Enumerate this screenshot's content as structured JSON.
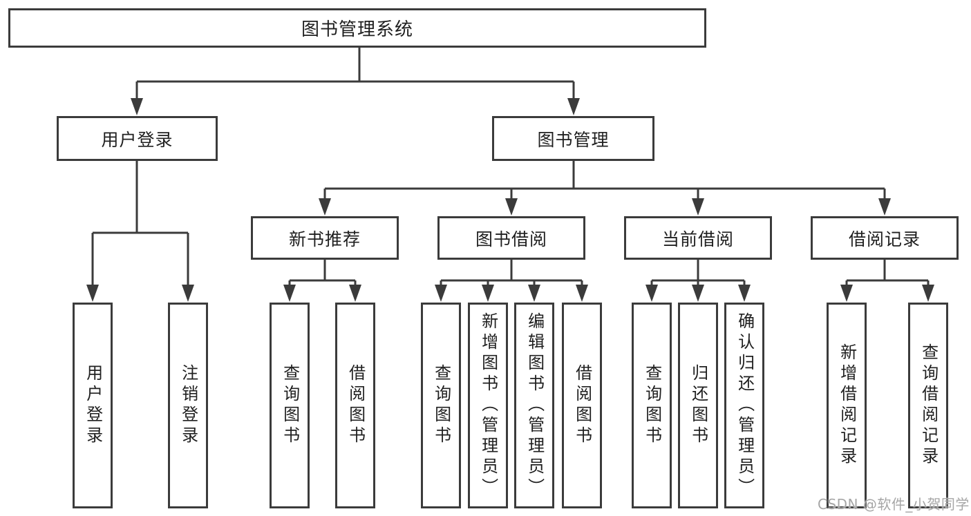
{
  "diagram": {
    "tree": {
      "label": "图书管理系统",
      "children": [
        {
          "label": "用户登录",
          "children": [
            {
              "label": "用户登录"
            },
            {
              "label": "注销登录"
            }
          ]
        },
        {
          "label": "图书管理",
          "children": [
            {
              "label": "新书推荐",
              "children": [
                {
                  "label": "查询图书"
                },
                {
                  "label": "借阅图书"
                }
              ]
            },
            {
              "label": "图书借阅",
              "children": [
                {
                  "label": "查询图书"
                },
                {
                  "label": "新增图书（管理员）"
                },
                {
                  "label": "编辑图书（管理员）"
                },
                {
                  "label": "借阅图书"
                }
              ]
            },
            {
              "label": "当前借阅",
              "children": [
                {
                  "label": "查询图书"
                },
                {
                  "label": "归还图书"
                },
                {
                  "label": "确认归还（管理员）"
                }
              ]
            },
            {
              "label": "借阅记录",
              "children": [
                {
                  "label": "新增借阅记录"
                },
                {
                  "label": "查询借阅记录"
                }
              ]
            }
          ]
        }
      ]
    }
  },
  "watermark": {
    "text": "CSDN @软件_小贺同学"
  },
  "colors": {
    "line": "#3b3b3b",
    "text": "#1f1f1f",
    "box_background": "#ffffff",
    "page_background": "#ffffff",
    "watermark": "#a6a6a6"
  }
}
